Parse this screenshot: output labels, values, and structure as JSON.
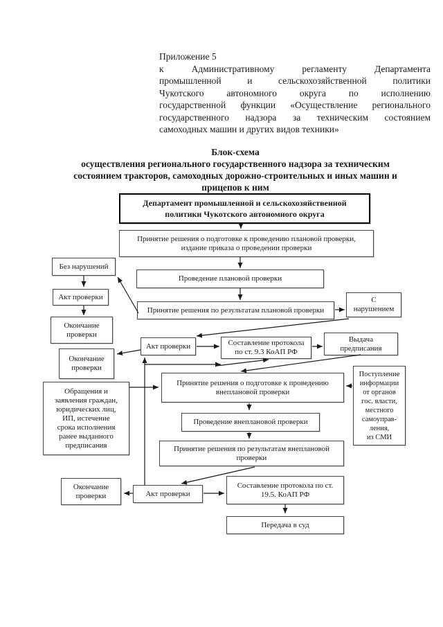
{
  "document": {
    "header_lines": [
      "Приложение 5",
      "к Административному регламенту Департамента",
      "промышленной и сельскохозяйственной политики",
      "Чукотского автономного округа по исполнению",
      "государственной функции «Осуществление регионального",
      "государственного надзора за техническим состоянием",
      "самоходных машин и других видов техники»"
    ],
    "title_heading": "Блок-схема",
    "title_subtitle": "осуществления регионального государственного надзора за техническим\nсостоянием тракторов, самоходных дорожно-строительных и иных машин и\nприцепов к ним"
  },
  "flowchart": {
    "ink_color": "#1b1b1b",
    "boxes": {
      "dept": "Департамент промышленной и сельскохозяйственной\nполитики Чукотского автономного округа",
      "decision_planned": "Принятие решения о подготовке к проведению плановой проверки,\nиздание приказа о проведении проверки",
      "no_violations": "Без нарушений",
      "conduct_planned": "Проведение плановой проверки",
      "act_1": "Акт проверки",
      "results_planned": "Принятие решения по результатам плановой проверки",
      "with_violation": "С\nнарушением",
      "end_1": "Окончание\nпроверки",
      "act_2": "Акт проверки",
      "protocol_93": "Составление протокола\nпо ст. 9.3 КоАП РФ",
      "prescription": "Выдача\nпредписания",
      "end_2": "Окончание\nпроверки",
      "appeals": "Обращения и\nзаявления граждан,\nюридических лиц,\nИП,  истечение\nсрока исполнения\nранее выданного\nпредписания",
      "decision_unplanned": "Принятие решения о подготовке к проведению\nвнеплановой проверки",
      "info": "Поступление\nинформации\nот органов\nгос. власти,\nместного\nсамоуправ-\nления,\nиз СМИ",
      "conduct_unplanned": "Проведение внеплановой проверки",
      "results_unplanned": "Принятие решения по результатам внеплановой\nпроверки",
      "end_3": "Окончание\nпроверки",
      "act_3": "Акт проверки",
      "protocol_195": "Составление протокола по ст.\n19.5. КоАП РФ",
      "court": "Передача в суд"
    }
  }
}
